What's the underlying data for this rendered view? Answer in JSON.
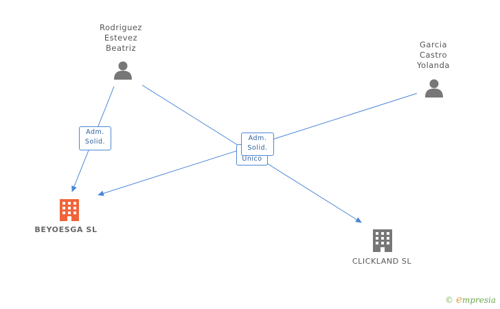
{
  "persons": [
    {
      "id": "p1",
      "name_lines": [
        "Rodriguez",
        "Estevez",
        "Beatriz"
      ],
      "icon": "person-icon"
    },
    {
      "id": "p2",
      "name_lines": [
        "Garcia",
        "Castro",
        "Yolanda"
      ],
      "icon": "person-icon"
    }
  ],
  "companies": [
    {
      "id": "c1",
      "name": "BEYOESGA SL",
      "icon": "building-icon",
      "color": "#f0643a"
    },
    {
      "id": "c2",
      "name": "CLICKLAND SL",
      "icon": "building-icon",
      "color": "#777777"
    }
  ],
  "relations": [
    {
      "from": "Rodriguez Estevez Beatriz",
      "to": "BEYOESGA SL",
      "label_lines": [
        "Adm.",
        "Solid."
      ]
    },
    {
      "from": "Garcia Castro Yolanda",
      "to": "BEYOESGA SL",
      "label_lines": [
        "Adm.",
        "Solid."
      ]
    },
    {
      "from": "Rodriguez Estevez Beatriz",
      "to": "CLICKLAND SL",
      "label_lines": [
        "Unico"
      ]
    }
  ],
  "colors": {
    "edge": "#4a86d4",
    "person_icon": "#777777"
  },
  "watermark": {
    "copyright": "©",
    "brand_initial": "e",
    "brand_rest": "mpresia"
  }
}
